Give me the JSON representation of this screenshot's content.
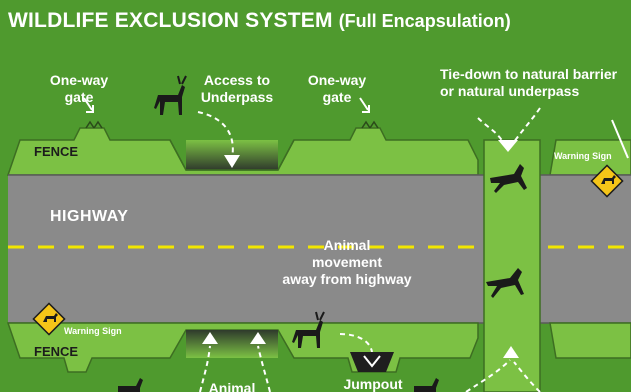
{
  "title": {
    "main": "WILDLIFE EXCLUSION SYSTEM",
    "sub": "(Full Encapsulation)"
  },
  "labels": {
    "gate_left": "One-way\ngate",
    "access": "Access to\nUnderpass",
    "gate_mid": "One-way\ngate",
    "tie_down": "Tie-down to natural barrier\nor natural underpass",
    "fence_top": "FENCE",
    "fence_bottom": "FENCE",
    "highway": "HIGHWAY",
    "movement": "Animal\nmovement\naway from highway",
    "warning_top": "Warning Sign",
    "warning_bottom": "Warning Sign",
    "animal_bottom": "Animal",
    "jumpout": "Jumpout"
  },
  "colors": {
    "background": "#4f9a2e",
    "grass": "#7cc144",
    "road": "#8a8a8a",
    "lane_marking": "#f2e600",
    "sign": "#f5c518"
  },
  "icons": [
    "deer-icon",
    "moose-icon",
    "warning-sign-icon",
    "arrow-icon"
  ]
}
